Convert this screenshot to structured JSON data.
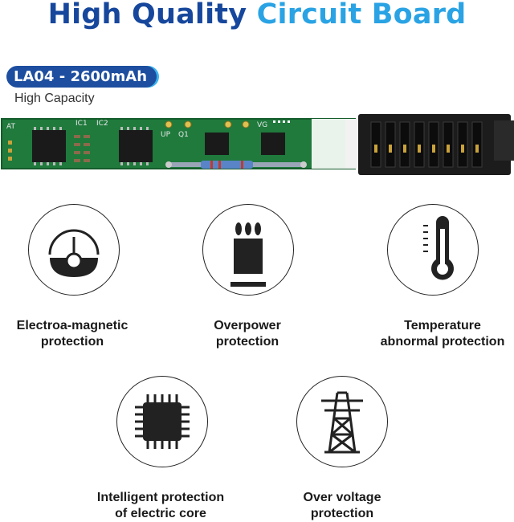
{
  "headline": {
    "part1": "High Quality ",
    "part2": "Circuit Board"
  },
  "product": {
    "model": "LA04 - 2600mAh",
    "capacity": "High Capacity"
  },
  "board": {
    "label_ic1": "IC1",
    "label_ic2": "IC2",
    "label_up": "UP",
    "label_q1": "Q1",
    "label_vg": "VG",
    "label_at": "AT"
  },
  "colors": {
    "headline_dark": "#16479c",
    "headline_light": "#2aa3e4",
    "pcb_green": "#1f7a3c",
    "badge": "#1d4e9f"
  },
  "features": [
    {
      "icon": "electromagnetic-icon",
      "line1": "Electroa-magnetic",
      "line2": "protection"
    },
    {
      "icon": "overpower-icon",
      "line1": "Overpower",
      "line2": "protection"
    },
    {
      "icon": "thermometer-icon",
      "line1": "Temperature",
      "line2": "abnormal protection"
    },
    {
      "icon": "chip-icon",
      "line1": "Intelligent protection",
      "line2": "of electric core"
    },
    {
      "icon": "power-tower-icon",
      "line1": "Over voltage",
      "line2": "protection"
    }
  ]
}
